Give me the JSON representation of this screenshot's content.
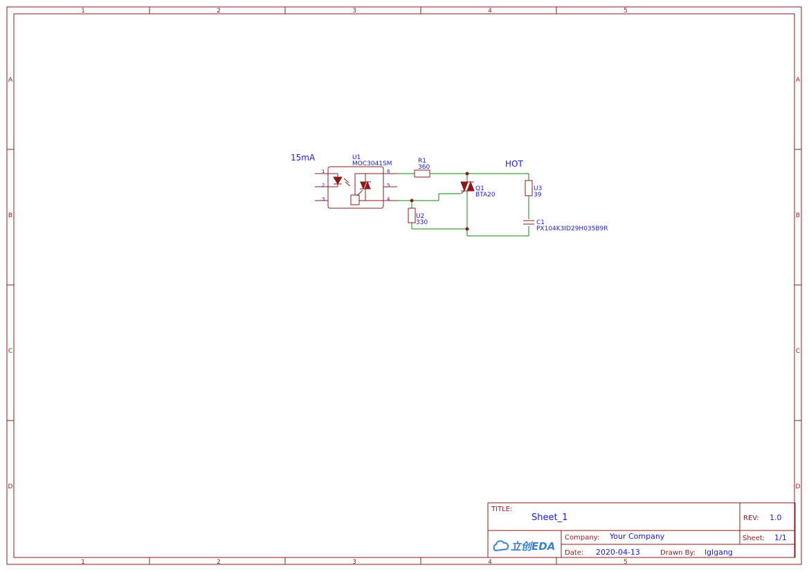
{
  "border": {
    "columns": [
      "1",
      "2",
      "3",
      "4",
      "5"
    ],
    "rows": [
      "A",
      "B",
      "C",
      "D"
    ]
  },
  "schematic": {
    "current_note": "15mA",
    "hot_label": "HOT",
    "u1": {
      "ref": "U1",
      "value": "MOC3041SM",
      "pins": [
        "1",
        "2",
        "3",
        "4",
        "5",
        "6"
      ]
    },
    "r1": {
      "ref": "R1",
      "value": "360"
    },
    "q1": {
      "ref": "Q1",
      "value": "BTA20"
    },
    "u2": {
      "ref": "U2",
      "value": "330"
    },
    "u3": {
      "ref": "U3",
      "value": "39"
    },
    "c1": {
      "ref": "C1",
      "value": "PX104K3ID29H035B9R"
    }
  },
  "title_block": {
    "title_label": "TITLE:",
    "title": "Sheet_1",
    "rev_label": "REV:",
    "rev": "1.0",
    "company_label": "Company:",
    "company": "Your Company",
    "sheet_label": "Sheet:",
    "sheet": "1/1",
    "date_label": "Date:",
    "date": "2020-04-13",
    "drawn_by_label": "Drawn By:",
    "drawn_by": "lglgang",
    "logo_text": "立创EDA",
    "colors": {
      "border": "#8b1a1a",
      "text": "#1a1ad0",
      "wire": "#0a8a0a",
      "logo": "#3b7fd6"
    }
  }
}
